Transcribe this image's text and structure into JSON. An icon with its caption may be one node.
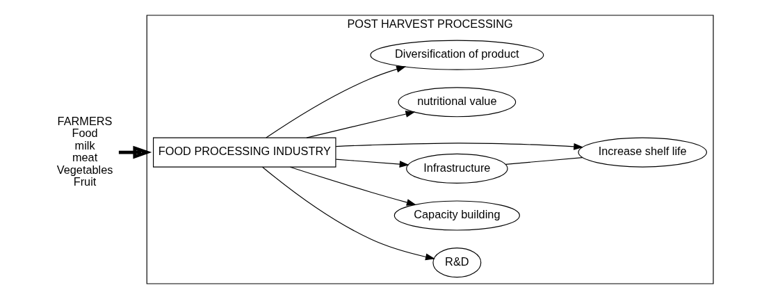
{
  "diagram": {
    "nodes": [
      {
        "text": [
          "FARMERS",
          "Food",
          "milk",
          "meat",
          "Vegetables",
          "Fruit"
        ]
      },
      {
        "text": [
          "POST HARVEST PROCESSING"
        ]
      },
      {
        "text": [
          "FOOD PROCESSING INDUSTRY"
        ],
        "in": 1
      },
      {
        "text": [
          "R&D"
        ],
        "in": 1
      },
      {
        "text": [
          "Capacity building"
        ],
        "in": 1
      },
      {
        "text": [
          "Infrastructure"
        ],
        "in": 1
      },
      {
        "text": [
          "Increase shelf life"
        ],
        "in": 1
      },
      {
        "text": [
          "nutritional value"
        ],
        "in": 1
      },
      {
        "text": [
          "Diversification of product"
        ],
        "in": 1
      }
    ],
    "edges": [
      {
        "from": 0,
        "to": 1,
        "arrow": "to",
        "style": "thick"
      },
      {
        "from": 2,
        "to": 3,
        "arrow": "to"
      },
      {
        "from": 2,
        "to": 4,
        "arrow": "to"
      },
      {
        "from": 2,
        "to": 5,
        "arrow": "to"
      },
      {
        "from": 2,
        "to": 6,
        "arrow": "to"
      },
      {
        "from": 2,
        "to": 7,
        "arrow": "to"
      },
      {
        "from": 2,
        "to": 8,
        "arrow": "to"
      },
      {
        "from": 5,
        "to": 6,
        "arrow": "none"
      }
    ]
  }
}
